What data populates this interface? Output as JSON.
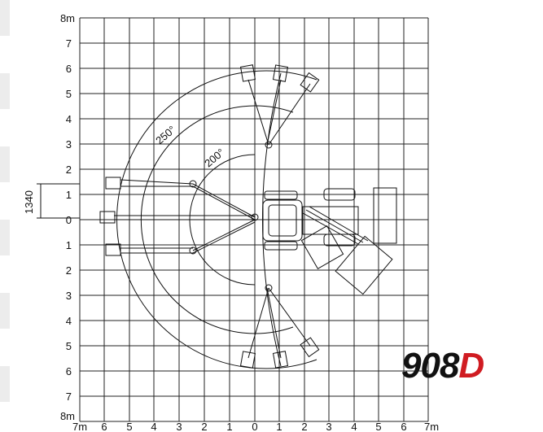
{
  "diagram": {
    "y_top_label": "8m",
    "y_bottom_label": "8m",
    "y_ticks": [
      "7",
      "6",
      "5",
      "4",
      "3",
      "2",
      "1",
      "0",
      "1",
      "2",
      "3",
      "4",
      "5",
      "6",
      "7"
    ],
    "x_left_label": "7m",
    "x_right_label": "7m",
    "x_ticks": [
      "6",
      "5",
      "4",
      "3",
      "2",
      "1",
      "0",
      "1",
      "2",
      "3",
      "4",
      "5",
      "6"
    ],
    "angle_outer": "250°",
    "angle_inner": "200°",
    "offset_dim": "1340"
  },
  "brand": {
    "model_number": "908",
    "model_letter": "D",
    "colors": {
      "number": "#111111",
      "letter": "#d01c22"
    }
  }
}
